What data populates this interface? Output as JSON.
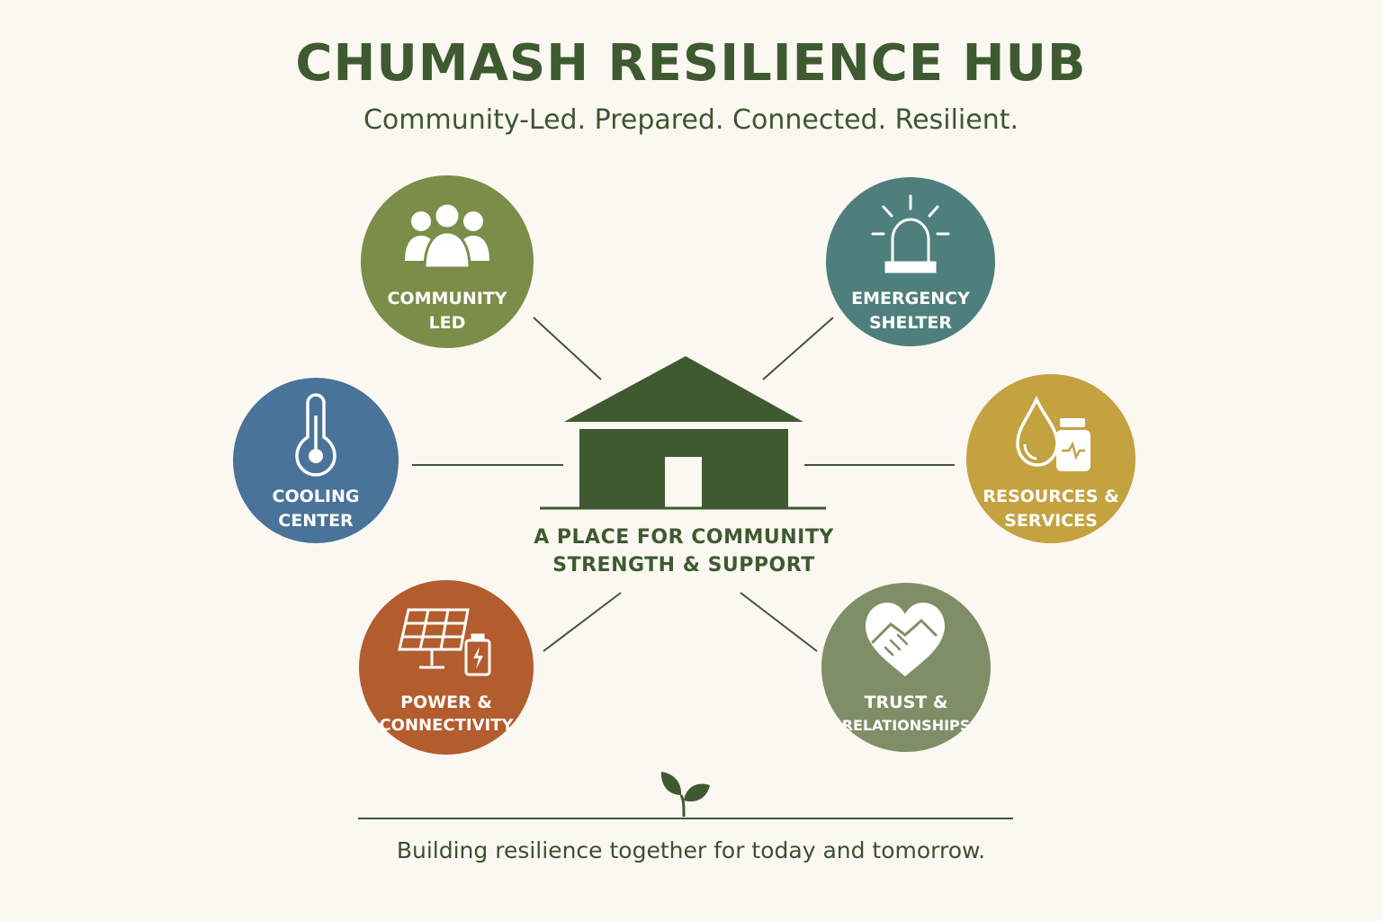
{
  "title": "CHUMASH RESILIENCE HUB",
  "subtitle": "Community-Led. Prepared. Connected. Resilient.",
  "center": {
    "caption_line1": "A PLACE FOR COMMUNITY",
    "caption_line2": "STRENGTH & SUPPORT"
  },
  "nodes": [
    {
      "id": "community-led",
      "line1": "COMMUNITY",
      "line2": "LED",
      "icon": "people-icon",
      "color": "#7b8d48"
    },
    {
      "id": "emergency-shelter",
      "line1": "EMERGENCY",
      "line2": "SHELTER",
      "icon": "alarm-light-icon",
      "color": "#4e7f7c"
    },
    {
      "id": "cooling-center",
      "line1": "COOLING",
      "line2": "CENTER",
      "icon": "thermometer-icon",
      "color": "#4a7399"
    },
    {
      "id": "resources-services",
      "line1": "RESOURCES &",
      "line2": "SERVICES",
      "icon": "water-drop-jar-icon",
      "color": "#c4a23f"
    },
    {
      "id": "power-connectivity",
      "line1": "POWER &",
      "line2": "CONNECTIVITY",
      "icon": "solar-panel-battery-icon",
      "color": "#b35c2e"
    },
    {
      "id": "trust-relationships",
      "line1": "TRUST &",
      "line2": "RELATIONSHIPS",
      "icon": "heart-handshake-icon",
      "color": "#7f8e66"
    }
  ],
  "colors": {
    "hub_green": "#3f5a31",
    "background": "#faf8f1"
  },
  "footer": {
    "icon": "sprout-icon",
    "tagline": "Building resilience together for today and tomorrow."
  }
}
